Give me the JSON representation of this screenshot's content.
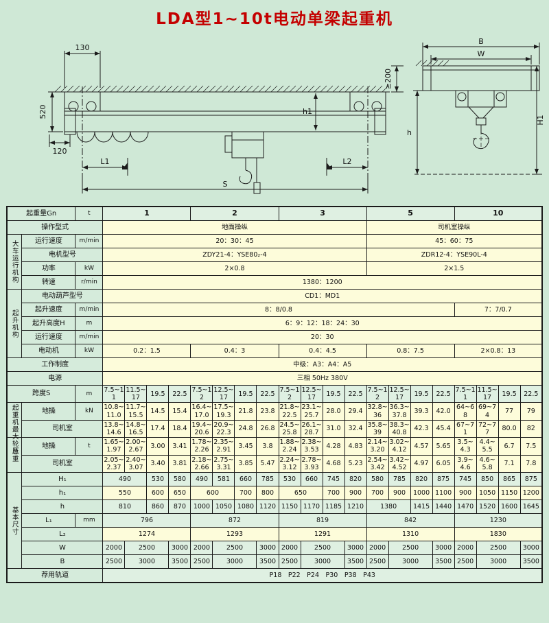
{
  "title": "LDA型1~10t电动单梁起重机",
  "drawing": {
    "labels": {
      "d130": "130",
      "d520": "520",
      "d120": "120",
      "h1": "h1",
      "L1": "L1",
      "L2": "L2",
      "S": "S",
      "B": "B",
      "W": "W",
      "ge200": "≥200",
      "H1": "H1",
      "h": "h"
    }
  },
  "table": {
    "rows": [
      {
        "bg": "g",
        "cells": [
          {
            "t": "起重量Gn",
            "cs": 2,
            "c": "lbl"
          },
          {
            "t": "t",
            "c": "unit"
          },
          {
            "t": "1",
            "cs": 4,
            "c": "cap"
          },
          {
            "t": "2",
            "cs": 4,
            "c": "cap"
          },
          {
            "t": "3",
            "cs": 4,
            "c": "cap"
          },
          {
            "t": "5",
            "cs": 4,
            "c": "cap"
          },
          {
            "t": "10",
            "cs": 4,
            "c": "cap"
          }
        ]
      },
      {
        "bg": "y",
        "cells": [
          {
            "t": "操作型式",
            "cs": 3,
            "c": "lbl"
          },
          {
            "t": "地面操纵",
            "cs": 12
          },
          {
            "t": "司机室操纵",
            "cs": 8
          }
        ]
      },
      {
        "bg": "y",
        "cells": [
          {
            "t": "大车运行机构",
            "rs": 4,
            "c": "grp"
          },
          {
            "t": "运行速度",
            "c": "lbl"
          },
          {
            "t": "m/min",
            "c": "unit"
          },
          {
            "t": "20：30：45",
            "cs": 12
          },
          {
            "t": "45：60：75",
            "cs": 8
          }
        ]
      },
      {
        "bg": "y",
        "cells": [
          {
            "t": "电机型号",
            "cs": 2,
            "c": "lbl"
          },
          {
            "t": "ZDY21-4：YSE80₂-4",
            "cs": 12
          },
          {
            "t": "ZDR12-4：YSE90L-4",
            "cs": 8
          }
        ]
      },
      {
        "bg": "y",
        "cells": [
          {
            "t": "功率",
            "c": "lbl"
          },
          {
            "t": "kW",
            "c": "unit"
          },
          {
            "t": "2×0.8",
            "cs": 12
          },
          {
            "t": "2×1.5",
            "cs": 8
          }
        ]
      },
      {
        "bg": "y",
        "cells": [
          {
            "t": "转速",
            "c": "lbl"
          },
          {
            "t": "r/min",
            "c": "unit"
          },
          {
            "t": "1380：1200",
            "cs": 20
          }
        ]
      },
      {
        "bg": "y",
        "cells": [
          {
            "t": "起升机构",
            "rs": 5,
            "c": "grp"
          },
          {
            "t": "电动葫芦型号",
            "cs": 2,
            "c": "lbl"
          },
          {
            "t": "CD1：MD1",
            "cs": 20
          }
        ]
      },
      {
        "bg": "y",
        "cells": [
          {
            "t": "起升速度",
            "c": "lbl"
          },
          {
            "t": "m/min",
            "c": "unit"
          },
          {
            "t": "8：8/0.8",
            "cs": 16
          },
          {
            "t": "7：7/0.7",
            "cs": 4
          }
        ]
      },
      {
        "bg": "y",
        "cells": [
          {
            "t": "起升高度H",
            "c": "lbl"
          },
          {
            "t": "m",
            "c": "unit"
          },
          {
            "t": "6：9：12：18：24：30",
            "cs": 20
          }
        ]
      },
      {
        "bg": "y",
        "cells": [
          {
            "t": "运行速度",
            "c": "lbl"
          },
          {
            "t": "m/min",
            "c": "unit"
          },
          {
            "t": "20：30",
            "cs": 20
          }
        ]
      },
      {
        "bg": "y",
        "cells": [
          {
            "t": "电动机",
            "c": "lbl"
          },
          {
            "t": "kW",
            "c": "unit"
          },
          {
            "t": "0.2：1.5",
            "cs": 4
          },
          {
            "t": "0.4：3",
            "cs": 4
          },
          {
            "t": "0.4：4.5",
            "cs": 4
          },
          {
            "t": "0.8：7.5",
            "cs": 4
          },
          {
            "t": "2×0.8：13",
            "cs": 4
          }
        ]
      },
      {
        "bg": "y",
        "cells": [
          {
            "t": "工作制度",
            "cs": 3,
            "c": "lbl"
          },
          {
            "t": "中级：A3：A4：A5",
            "cs": 20
          }
        ]
      },
      {
        "bg": "y",
        "cells": [
          {
            "t": "电源",
            "cs": 3,
            "c": "lbl"
          },
          {
            "t": "三相  50Hz  380V",
            "cs": 20
          }
        ]
      },
      {
        "bg": "g",
        "cells": [
          {
            "t": "跨度S",
            "cs": 2,
            "c": "lbl"
          },
          {
            "t": "m",
            "c": "unit"
          },
          {
            "t": "7.5~11"
          },
          {
            "t": "11.5~17"
          },
          {
            "t": "19.5"
          },
          {
            "t": "22.5"
          },
          {
            "t": "7.5~12"
          },
          {
            "t": "12.5~17"
          },
          {
            "t": "19.5"
          },
          {
            "t": "22.5"
          },
          {
            "t": "7.5~12"
          },
          {
            "t": "12.5~17"
          },
          {
            "t": "19.5"
          },
          {
            "t": "22.5"
          },
          {
            "t": "7.5~12"
          },
          {
            "t": "12.5~17"
          },
          {
            "t": "19.5"
          },
          {
            "t": "22.5"
          },
          {
            "t": "7.5~11"
          },
          {
            "t": "11.5~17"
          },
          {
            "t": "19.5"
          },
          {
            "t": "22.5"
          }
        ]
      },
      {
        "bg": "y",
        "cells": [
          {
            "t": "起重机最大轮压",
            "rs": 2,
            "c": "grp"
          },
          {
            "t": "地操",
            "c": "lbl"
          },
          {
            "t": "kN",
            "c": "unit"
          },
          {
            "t": "10.8~11.0"
          },
          {
            "t": "11.7~15.5"
          },
          {
            "t": "14.5"
          },
          {
            "t": "15.4"
          },
          {
            "t": "16.4~17.0"
          },
          {
            "t": "17.5~19.3"
          },
          {
            "t": "21.8"
          },
          {
            "t": "23.8"
          },
          {
            "t": "21.8~22.5"
          },
          {
            "t": "23.1~25.7"
          },
          {
            "t": "28.0"
          },
          {
            "t": "29.4"
          },
          {
            "t": "32.8~36"
          },
          {
            "t": "36.3~37.8"
          },
          {
            "t": "39.3"
          },
          {
            "t": "42.0"
          },
          {
            "t": "64~68"
          },
          {
            "t": "69~74"
          },
          {
            "t": "77"
          },
          {
            "t": "79"
          }
        ]
      },
      {
        "bg": "y",
        "cells": [
          {
            "t": "司机室",
            "cs": 2,
            "c": "lbl"
          },
          {
            "t": "13.8~14.6"
          },
          {
            "t": "14.8~16.5"
          },
          {
            "t": "17.4"
          },
          {
            "t": "18.4"
          },
          {
            "t": "19.4~20.6"
          },
          {
            "t": "20.9~22.3"
          },
          {
            "t": "24.8"
          },
          {
            "t": "26.8"
          },
          {
            "t": "24.5~25.8"
          },
          {
            "t": "26.1~28.7"
          },
          {
            "t": "31.0"
          },
          {
            "t": "32.4"
          },
          {
            "t": "35.8~39"
          },
          {
            "t": "38.3~40.8"
          },
          {
            "t": "42.3"
          },
          {
            "t": "45.4"
          },
          {
            "t": "67~71"
          },
          {
            "t": "72~77"
          },
          {
            "t": "80.0"
          },
          {
            "t": "82"
          }
        ]
      },
      {
        "bg": "y",
        "cells": [
          {
            "t": "总重",
            "rs": 2,
            "c": "grp"
          },
          {
            "t": "地操",
            "c": "lbl"
          },
          {
            "t": "t",
            "c": "unit"
          },
          {
            "t": "1.65~1.97"
          },
          {
            "t": "2.00~2.67"
          },
          {
            "t": "3.00"
          },
          {
            "t": "3.41"
          },
          {
            "t": "1.78~2.26"
          },
          {
            "t": "2.35~2.91"
          },
          {
            "t": "3.45"
          },
          {
            "t": "3.8"
          },
          {
            "t": "1.88~2.24"
          },
          {
            "t": "2.38~3.53"
          },
          {
            "t": "4.28"
          },
          {
            "t": "4.83"
          },
          {
            "t": "2.14~3.20"
          },
          {
            "t": "3.02~4.12"
          },
          {
            "t": "4.57"
          },
          {
            "t": "5.65"
          },
          {
            "t": "3.5~4.3"
          },
          {
            "t": "4.4~5.5"
          },
          {
            "t": "6.7"
          },
          {
            "t": "7.5"
          }
        ]
      },
      {
        "bg": "y",
        "cells": [
          {
            "t": "司机室",
            "cs": 2,
            "c": "lbl"
          },
          {
            "t": "2.05~2.37"
          },
          {
            "t": "2.40~3.07"
          },
          {
            "t": "3.40"
          },
          {
            "t": "3.81"
          },
          {
            "t": "2.18~2.66"
          },
          {
            "t": "2.75~3.31"
          },
          {
            "t": "3.85"
          },
          {
            "t": "5.47"
          },
          {
            "t": "2.24~3.12"
          },
          {
            "t": "2.78~3.93"
          },
          {
            "t": "4.68"
          },
          {
            "t": "5.23"
          },
          {
            "t": "2.54~3.42"
          },
          {
            "t": "3.42~4.52"
          },
          {
            "t": "4.97"
          },
          {
            "t": "6.05"
          },
          {
            "t": "3.9~4.6"
          },
          {
            "t": "4.6~5.8"
          },
          {
            "t": "7.1"
          },
          {
            "t": "7.8"
          }
        ]
      },
      {
        "bg": "g",
        "cells": [
          {
            "t": "基本尺寸",
            "rs": 7,
            "c": "grp"
          },
          {
            "t": "H₁",
            "cs": 2,
            "c": "lbl"
          },
          {
            "t": "490",
            "cs": 2
          },
          {
            "t": "530"
          },
          {
            "t": "580"
          },
          {
            "t": "490"
          },
          {
            "t": "581"
          },
          {
            "t": "660"
          },
          {
            "t": "785"
          },
          {
            "t": "530"
          },
          {
            "t": "660"
          },
          {
            "t": "745"
          },
          {
            "t": "820"
          },
          {
            "t": "580"
          },
          {
            "t": "785"
          },
          {
            "t": "820"
          },
          {
            "t": "875"
          },
          {
            "t": "745"
          },
          {
            "t": "850"
          },
          {
            "t": "865"
          },
          {
            "t": "875"
          }
        ]
      },
      {
        "bg": "y",
        "cells": [
          {
            "t": "h₁",
            "cs": 2,
            "c": "lbl"
          },
          {
            "t": "550",
            "cs": 2
          },
          {
            "t": "600"
          },
          {
            "t": "650"
          },
          {
            "t": "600",
            "cs": 2
          },
          {
            "t": "700"
          },
          {
            "t": "800"
          },
          {
            "t": "650",
            "cs": 2
          },
          {
            "t": "700"
          },
          {
            "t": "900"
          },
          {
            "t": "700"
          },
          {
            "t": "900"
          },
          {
            "t": "1000"
          },
          {
            "t": "1100"
          },
          {
            "t": "900"
          },
          {
            "t": "1050"
          },
          {
            "t": "1150"
          },
          {
            "t": "1200"
          }
        ]
      },
      {
        "bg": "g",
        "cells": [
          {
            "t": "h",
            "cs": 2,
            "c": "lbl"
          },
          {
            "t": "810",
            "cs": 2
          },
          {
            "t": "860"
          },
          {
            "t": "870"
          },
          {
            "t": "1000"
          },
          {
            "t": "1050"
          },
          {
            "t": "1080"
          },
          {
            "t": "1120"
          },
          {
            "t": "1150"
          },
          {
            "t": "1170"
          },
          {
            "t": "1185"
          },
          {
            "t": "1210"
          },
          {
            "t": "1380",
            "cs": 2
          },
          {
            "t": "1415"
          },
          {
            "t": "1440"
          },
          {
            "t": "1470"
          },
          {
            "t": "1520"
          },
          {
            "t": "1600"
          },
          {
            "t": "1645"
          }
        ]
      },
      {
        "bg": "g",
        "cells": [
          {
            "t": "L₁",
            "c": "lbl"
          },
          {
            "t": "mm",
            "c": "unit"
          },
          {
            "t": "796",
            "cs": 4
          },
          {
            "t": "872",
            "cs": 4
          },
          {
            "t": "819",
            "cs": 4
          },
          {
            "t": "842",
            "cs": 4
          },
          {
            "t": "1230",
            "cs": 4
          }
        ]
      },
      {
        "bg": "y",
        "cells": [
          {
            "t": "L₂",
            "cs": 2,
            "c": "lbl"
          },
          {
            "t": "1274",
            "cs": 4
          },
          {
            "t": "1293",
            "cs": 4
          },
          {
            "t": "1291",
            "cs": 4
          },
          {
            "t": "1310",
            "cs": 4
          },
          {
            "t": "1830",
            "cs": 4
          }
        ]
      },
      {
        "bg": "g",
        "cells": [
          {
            "t": "W",
            "cs": 2,
            "c": "lbl"
          },
          {
            "t": "2000"
          },
          {
            "t": "2500",
            "cs": 2
          },
          {
            "t": "3000"
          },
          {
            "t": "2000"
          },
          {
            "t": "2500",
            "cs": 2
          },
          {
            "t": "3000"
          },
          {
            "t": "2000"
          },
          {
            "t": "2500",
            "cs": 2
          },
          {
            "t": "3000"
          },
          {
            "t": "2000"
          },
          {
            "t": "2500",
            "cs": 2
          },
          {
            "t": "3000"
          },
          {
            "t": "2000"
          },
          {
            "t": "2500",
            "cs": 2
          },
          {
            "t": "3000"
          }
        ]
      },
      {
        "bg": "g",
        "cells": [
          {
            "t": "B",
            "cs": 2,
            "c": "lbl"
          },
          {
            "t": "2500"
          },
          {
            "t": "3000",
            "cs": 2
          },
          {
            "t": "3500"
          },
          {
            "t": "2500"
          },
          {
            "t": "3000",
            "cs": 2
          },
          {
            "t": "3500"
          },
          {
            "t": "2500"
          },
          {
            "t": "3000",
            "cs": 2
          },
          {
            "t": "3500"
          },
          {
            "t": "2500"
          },
          {
            "t": "3000",
            "cs": 2
          },
          {
            "t": "3500"
          },
          {
            "t": "2500"
          },
          {
            "t": "3000",
            "cs": 2
          },
          {
            "t": "3500"
          }
        ]
      },
      {
        "bg": "g",
        "cells": [
          {
            "t": "荐用轨道",
            "cs": 3,
            "c": "lbl"
          },
          {
            "t": "P18　P22　P24　P30　P38　P43",
            "cs": 20
          }
        ]
      }
    ]
  }
}
